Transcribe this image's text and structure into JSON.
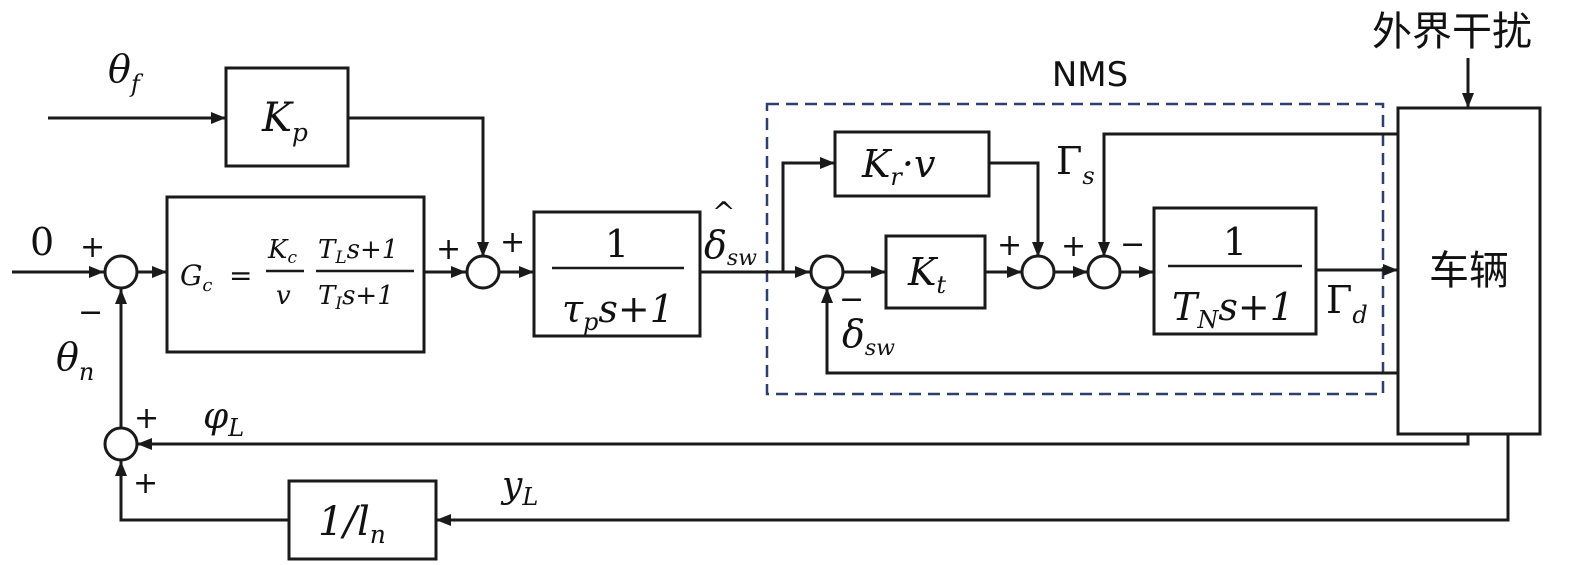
{
  "signals": {
    "theta_f": "θ",
    "theta_f_sub": "f",
    "zero": "0",
    "theta_n": "θ",
    "theta_n_sub": "n",
    "phi_L": "φ",
    "phi_L_sub": "L",
    "y_L": "y",
    "y_L_sub": "L",
    "delta_hat": "δ",
    "hat_mark": "^",
    "delta_hat_sub": "sw",
    "delta_fb": "δ",
    "delta_fb_sub": "sw",
    "gamma_s": "Γ",
    "gamma_s_sub": "s",
    "gamma_d": "Γ",
    "gamma_d_sub": "d"
  },
  "blocks": {
    "kp": {
      "main": "K",
      "sub": "p"
    },
    "gc": {
      "lhs": "G",
      "lhs_sub": "c",
      "eq": "=",
      "num1": "K",
      "num1_sub": "c",
      "den1": "v",
      "num2_a": "T",
      "num2_sub": "L",
      "num2_b": "s+1",
      "den2_a": "T",
      "den2_sub": "I",
      "den2_b": "s+1"
    },
    "tau": {
      "num": "1",
      "den_a": "τ",
      "den_sub": "p",
      "den_b": "s+1"
    },
    "kr": {
      "main": "K",
      "sub": "r",
      "rest": "·v"
    },
    "kt": {
      "main": "K",
      "sub": "t"
    },
    "tn": {
      "num": "1",
      "den_a": "T",
      "den_sub": "N",
      "den_b": "s+1"
    },
    "ln": {
      "pre": "1/",
      "main": "l",
      "sub": "n"
    },
    "vehicle": "车辆"
  },
  "labels": {
    "nms": "NMS",
    "disturbance": "外界干扰"
  },
  "signs": {
    "s1_top": "+",
    "s1_bottom": "−",
    "s2_left": "+",
    "s2_right": "+",
    "s3_bottom": "−",
    "s4_left": "+",
    "s5_left": "+",
    "s5_right": "−",
    "s6_top": "+",
    "s6_bottom": "+"
  },
  "colors": {
    "line": "#1a1a1a",
    "nms_border": "#2e3e6e"
  }
}
